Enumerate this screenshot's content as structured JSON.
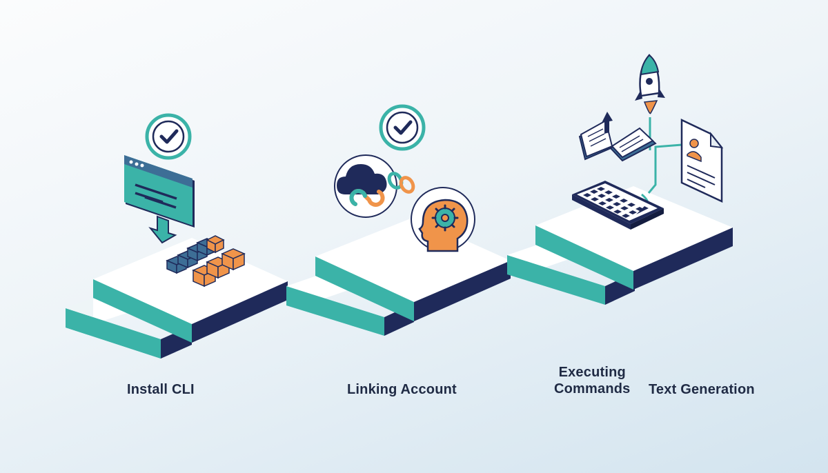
{
  "steps": [
    {
      "id": "install",
      "label": "Install CLI"
    },
    {
      "id": "linking",
      "label": "Linking Account"
    },
    {
      "id": "executing",
      "label_line1": "Executing",
      "label_line2": "Commands"
    },
    {
      "id": "textgen",
      "label": "Text Generation"
    }
  ],
  "colors": {
    "teal": "#3bb3a8",
    "navy": "#1f2a5a",
    "orange": "#f0944a",
    "slate_blue": "#3d6e96",
    "white": "#ffffff",
    "background": "#e8f1f6"
  },
  "icons": [
    "check-circle-icon",
    "terminal-window-icon",
    "download-arrow-icon",
    "package-blocks-icon",
    "cloud-link-icon",
    "chain-link-icon",
    "brain-gear-icon",
    "keyboard-icon",
    "open-book-icon",
    "rocket-icon",
    "resume-document-icon"
  ]
}
